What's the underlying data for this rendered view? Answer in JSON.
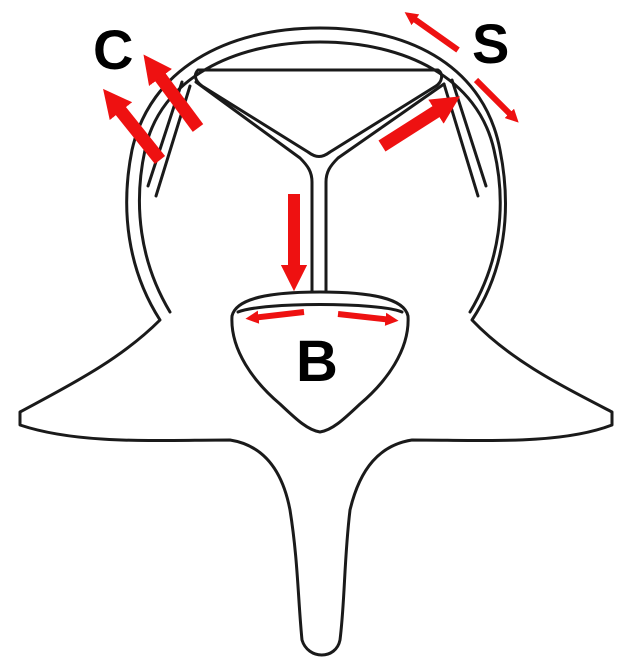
{
  "labels": {
    "c": "C",
    "s": "S",
    "b": "B"
  },
  "colors": {
    "arrow": "#ee1111",
    "outline": "#1a1a1a",
    "background": "#ffffff"
  }
}
